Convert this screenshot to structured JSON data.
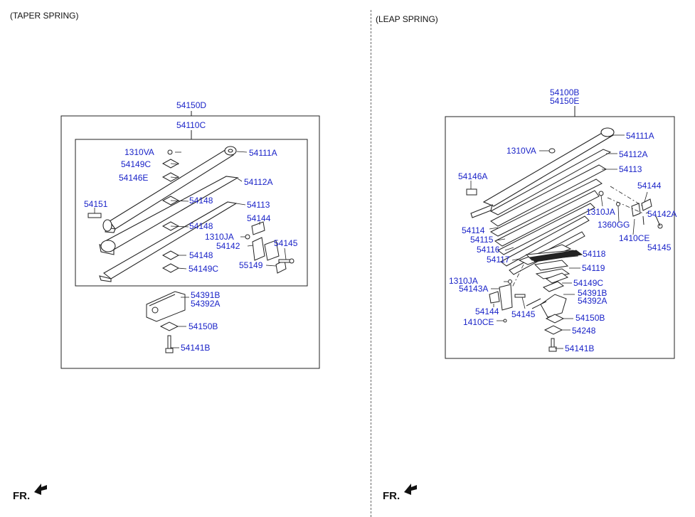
{
  "panels": {
    "taper": {
      "title": "(TAPER SPRING)",
      "callouts": {
        "assy": "54150D",
        "sub_assy": "54110C",
        "c1310va": "1310VA",
        "c54149c_top": "54149C",
        "c54146e": "54146E",
        "c54151": "54151",
        "c54111a": "54111A",
        "c54112a": "54112A",
        "c54148_a": "54148",
        "c54113": "54113",
        "c54148_b": "54148",
        "c54144": "54144",
        "c1310ja": "1310JA",
        "c54142": "54142",
        "c54145": "54145",
        "c54148_c": "54148",
        "c55149": "55149",
        "c54149c_bot": "54149C",
        "c54391b": "54391B",
        "c54392a": "54392A",
        "c54150b": "54150B",
        "c54141b": "54141B"
      },
      "direction": "FR."
    },
    "leap": {
      "title": "(LEAP SPRING)",
      "callouts": {
        "assy_1": "54100B",
        "assy_2": "54150E",
        "c54111a": "54111A",
        "c1310va": "1310VA",
        "c54112a": "54112A",
        "c54113": "54113",
        "c54146a": "54146A",
        "c54144_r": "54144",
        "c1310ja_r": "1310JA",
        "c54142a": "54142A",
        "c1360gg": "1360GG",
        "c54114": "54114",
        "c1410ce_r": "1410CE",
        "c54115": "54115",
        "c54145_r": "54145",
        "c54116": "54116",
        "c54118": "54118",
        "c54117": "54117",
        "c54119": "54119",
        "c1310ja_l": "1310JA",
        "c54149c": "54149C",
        "c54143a": "54143A",
        "c54391b": "54391B",
        "c54392a": "54392A",
        "c54144_l": "54144",
        "c54145_l": "54145",
        "c54150b": "54150B",
        "c1410ce_l": "1410CE",
        "c54248": "54248",
        "c54141b": "54141B"
      },
      "direction": "FR."
    }
  },
  "colors": {
    "callout": "#1a23c8",
    "line": "#222222",
    "divider": "#666666"
  }
}
